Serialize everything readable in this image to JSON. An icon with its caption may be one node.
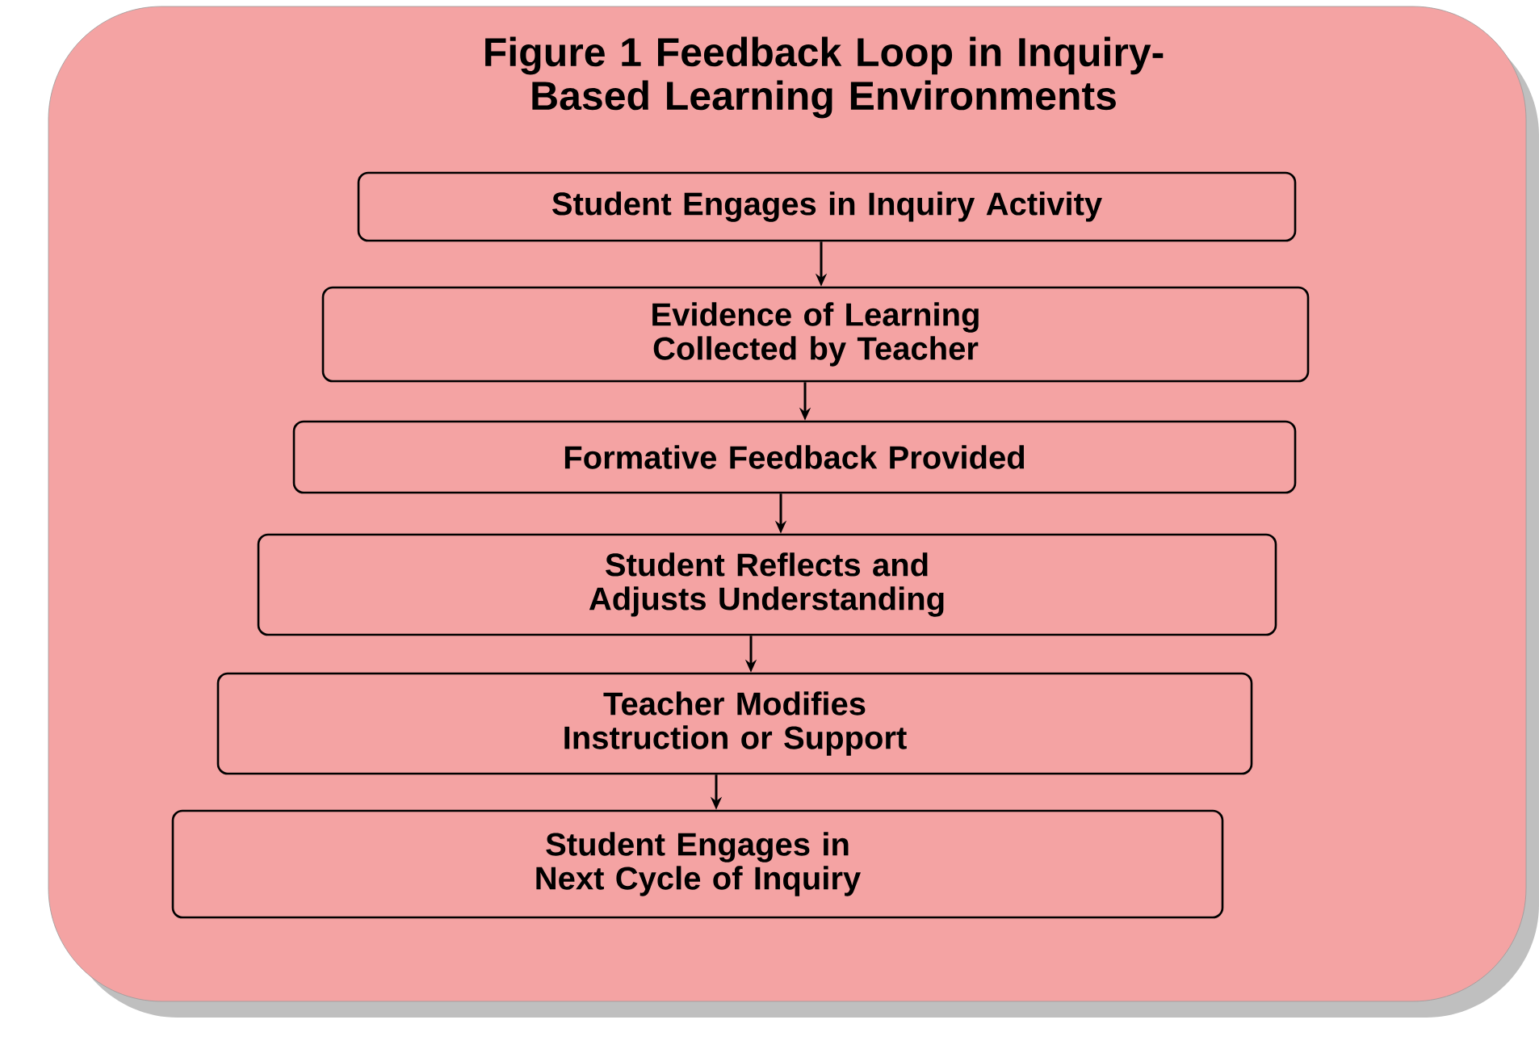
{
  "diagram": {
    "title": "Figure 1 Feedback Loop in Inquiry-Based Learning Environments",
    "nodes": [
      {
        "text": [
          "Student Engages in Inquiry Activity"
        ]
      },
      {
        "text": [
          "Evidence of Learning Collected by Teacher"
        ]
      },
      {
        "text": [
          "Formative Feedback Provided"
        ]
      },
      {
        "text": [
          "Student Reflects and Adjusts Understanding"
        ]
      },
      {
        "text": [
          "Teacher Modifies Instruction or Support"
        ]
      },
      {
        "text": [
          "Student Engages in Next Cycle of Inquiry"
        ]
      }
    ],
    "edges": [
      {
        "from": 0,
        "to": 1,
        "arrow": "to"
      },
      {
        "from": 1,
        "to": 2,
        "arrow": "to"
      },
      {
        "from": 2,
        "to": 3,
        "arrow": "to"
      },
      {
        "from": 3,
        "to": 4,
        "arrow": "to"
      },
      {
        "from": 4,
        "to": 5,
        "arrow": "to"
      }
    ]
  }
}
